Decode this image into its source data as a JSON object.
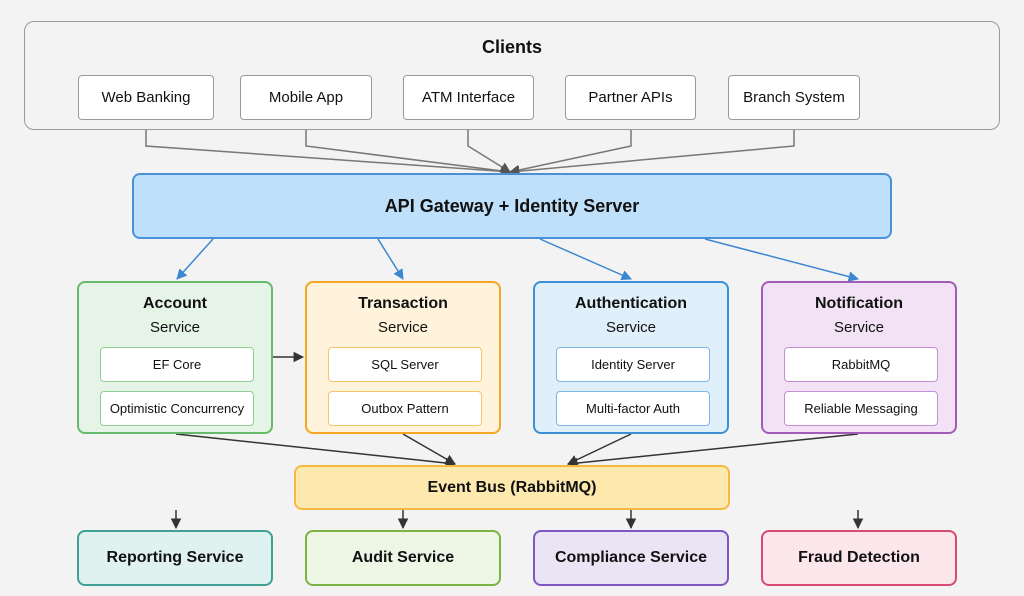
{
  "clients": {
    "title": "Clients",
    "items": [
      "Web Banking",
      "Mobile App",
      "ATM Interface",
      "Partner APIs",
      "Branch System"
    ]
  },
  "gateway": {
    "label": "API Gateway + Identity Server"
  },
  "services": [
    {
      "title": "Account",
      "subtitle": "Service",
      "tech": [
        "EF Core",
        "Optimistic Concurrency"
      ]
    },
    {
      "title": "Transaction",
      "subtitle": "Service",
      "tech": [
        "SQL Server",
        "Outbox Pattern"
      ]
    },
    {
      "title": "Authentication",
      "subtitle": "Service",
      "tech": [
        "Identity Server",
        "Multi-factor Auth"
      ]
    },
    {
      "title": "Notification",
      "subtitle": "Service",
      "tech": [
        "RabbitMQ",
        "Reliable Messaging"
      ]
    }
  ],
  "event_bus": {
    "label": "Event Bus (RabbitMQ)"
  },
  "consumers": [
    "Reporting Service",
    "Audit Service",
    "Compliance Service",
    "Fraud Detection"
  ],
  "colors": {
    "gateway_fill": "#bfe0fa",
    "gateway_border": "#4a90d9",
    "account": "#66bb6a",
    "transaction": "#f5a623",
    "authentication": "#3d8fd6",
    "notification": "#a05cb7",
    "event_bus": "#f5b942"
  }
}
